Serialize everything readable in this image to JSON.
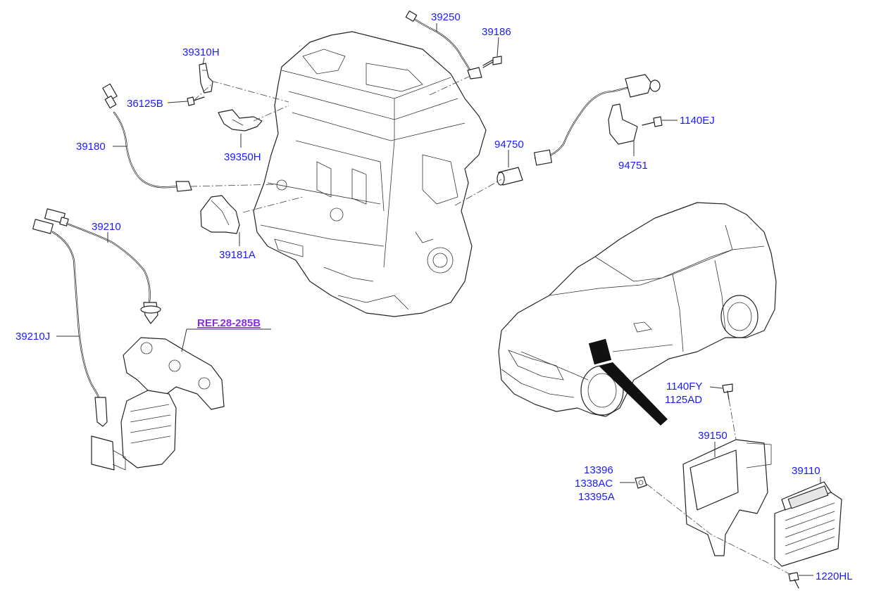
{
  "labels": {
    "p39250": "39250",
    "p39186": "39186",
    "p39310H": "39310H",
    "p36125B": "36125B",
    "p39180": "39180",
    "p39350H": "39350H",
    "p94750": "94750",
    "p1140EJ": "1140EJ",
    "p94751": "94751",
    "p39210": "39210",
    "p39181A": "39181A",
    "pREF": "REF.28-285B",
    "p39210J": "39210J",
    "p1140FY": "1140FY",
    "p1125AD": "1125AD",
    "p39150": "39150",
    "p39110": "39110",
    "p13396": "13396",
    "p1338AC": "1338AC",
    "p13395A": "13395A",
    "p1220HL": "1220HL"
  },
  "colors": {
    "part_number": "#1a1aff",
    "reference": "#8a2be2",
    "line_art": "#222222"
  }
}
